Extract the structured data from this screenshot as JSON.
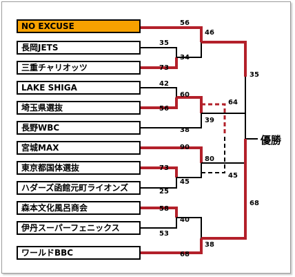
{
  "teams": [
    "NO EXCUSE",
    "長岡JETS",
    "三重チャリオッツ",
    "LAKE SHIGA",
    "埼玉県選抜",
    "長野WBC",
    "宮城MAX",
    "東京都国体選抜",
    "ハダーズ函館元町ライオンズ",
    "森本文化風呂商会",
    "伊丹スーパーフェニックス",
    "ワールドBBC"
  ],
  "scores": {
    "r1_jets": "35",
    "r1_mie": "73",
    "r1_lake": "42",
    "r1_saitama": "56",
    "r1_tokyo": "73",
    "r1_hakodate": "25",
    "r1_morimoto": "58",
    "r1_itami": "53",
    "r2_noexcuse": "56",
    "r2_mie": "34",
    "r2_saitama": "60",
    "r2_nagano": "38",
    "r2_miyagi": "90",
    "r2_tokyo": "45",
    "r2_morimoto": "40",
    "r2_world": "68",
    "sf_noexcuse": "46",
    "sf_saitama": "39",
    "sf_miyagi": "80",
    "sf_world": "38",
    "f_top": "35",
    "f_bottom": "68",
    "third_top": "64",
    "third_bottom": "45"
  },
  "winner_label": "優勝",
  "colors": {
    "accent": "#f7a100",
    "winner_line": "#b3202a",
    "line": "#000000"
  }
}
